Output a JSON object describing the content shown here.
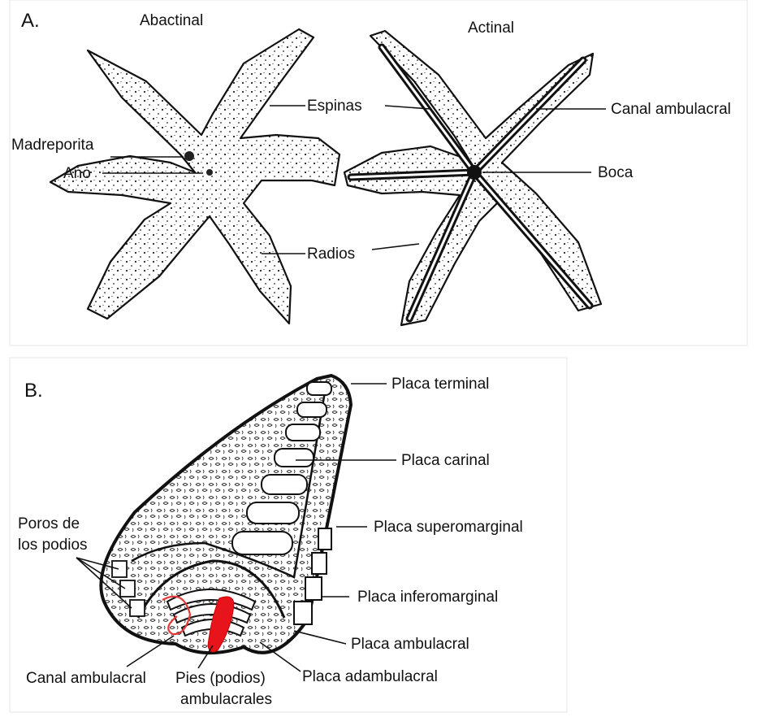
{
  "panel_a": {
    "letter": "A.",
    "views": {
      "abactinal": "Abactinal",
      "actinal": "Actinal"
    },
    "labels": {
      "espinas": "Espinas",
      "madreporita": "Madreporita",
      "ano": "Ano",
      "radios": "Radios",
      "canal_ambulacral": "Canal ambulacral",
      "boca": "Boca"
    }
  },
  "panel_b": {
    "letter": "B.",
    "labels": {
      "placa_terminal": "Placa terminal",
      "placa_carinal": "Placa carinal",
      "placa_superomarginal": "Placa superomarginal",
      "poros_line1": "Poros de",
      "poros_line2": "los podios",
      "placa_inferomarginal": "Placa inferomarginal",
      "placa_ambulacral": "Placa ambulacral",
      "canal_ambulacral": "Canal ambulacral",
      "pies_line1": "Pies (podios)",
      "pies_line2": "ambulacrales",
      "placa_adambulacral": "Placa adambulacral"
    }
  },
  "colors": {
    "ink": "#111111",
    "podia_highlight": "#e8141b",
    "canal_outline": "#e33a3a"
  }
}
